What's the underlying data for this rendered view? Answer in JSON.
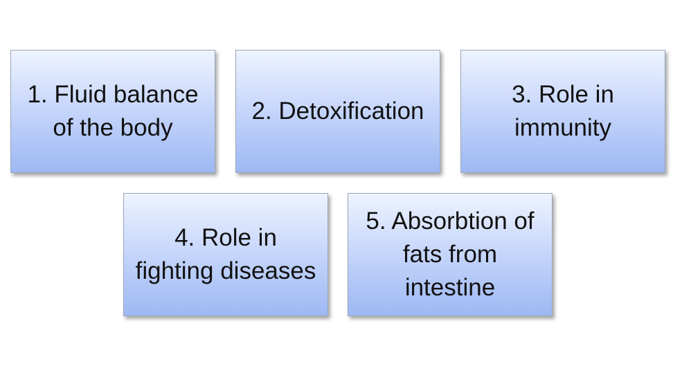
{
  "items": [
    {
      "label": "1. Fluid balance of the body"
    },
    {
      "label": "2. Detoxification"
    },
    {
      "label": "3. Role in immunity"
    },
    {
      "label": "4. Role in fighting diseases"
    },
    {
      "label": "5. Absorbtion of fats from intestine"
    }
  ],
  "colors": {
    "box_top": "#eef3fe",
    "box_bottom": "#9db8f3",
    "box_border": "#9aa6ba",
    "text": "#111111"
  }
}
